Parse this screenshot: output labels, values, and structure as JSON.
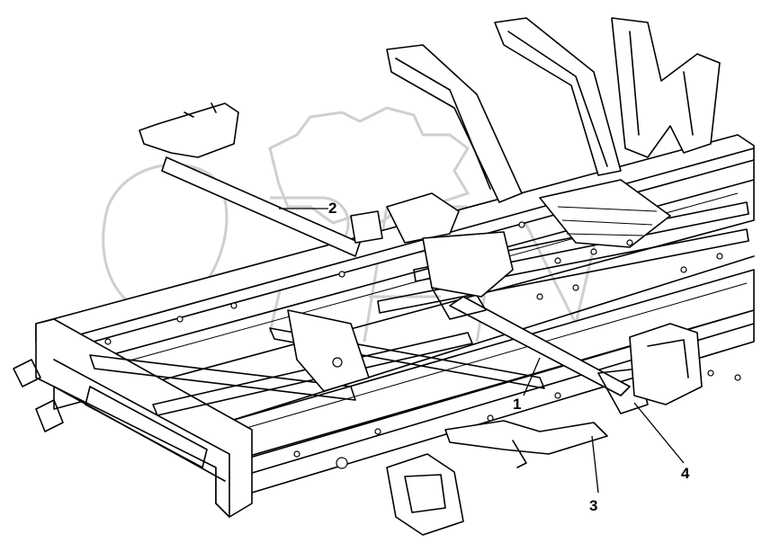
{
  "diagram": {
    "callouts": [
      {
        "id": "c1",
        "label": "1"
      },
      {
        "id": "c2",
        "label": "2"
      },
      {
        "id": "c3",
        "label": "3"
      },
      {
        "id": "c4",
        "label": "4"
      }
    ],
    "watermark": "OPEN"
  },
  "colors": {
    "line": "#000000",
    "background": "#ffffff",
    "watermark": "#cfcfcf"
  }
}
